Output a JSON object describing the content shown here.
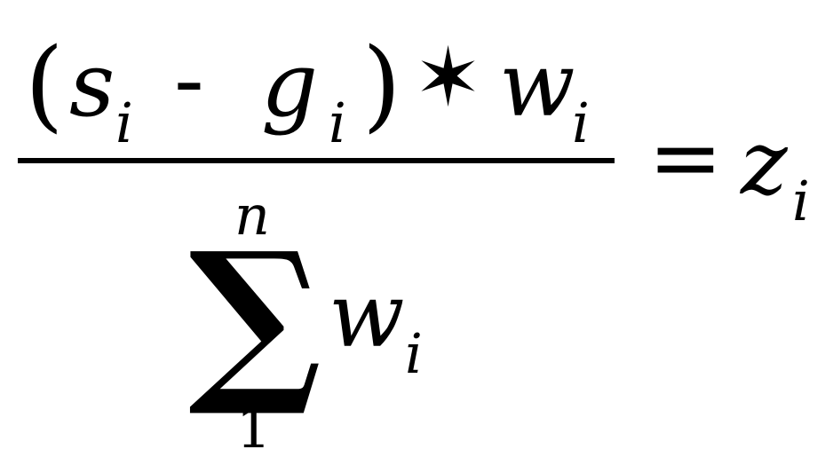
{
  "numerator": {
    "open_paren": "(",
    "s": "s",
    "s_sub": "i",
    "minus": "-",
    "g": "g",
    "g_sub": "i",
    "close_paren": ")",
    "star": "✶",
    "w": "w",
    "w_sub": "i"
  },
  "denominator": {
    "sum_upper": "n",
    "sum_symbol": "∑",
    "sum_lower": "1",
    "w": "w",
    "w_sub": "i"
  },
  "rhs": {
    "equals": "=",
    "z": "z",
    "z_sub": "i"
  }
}
